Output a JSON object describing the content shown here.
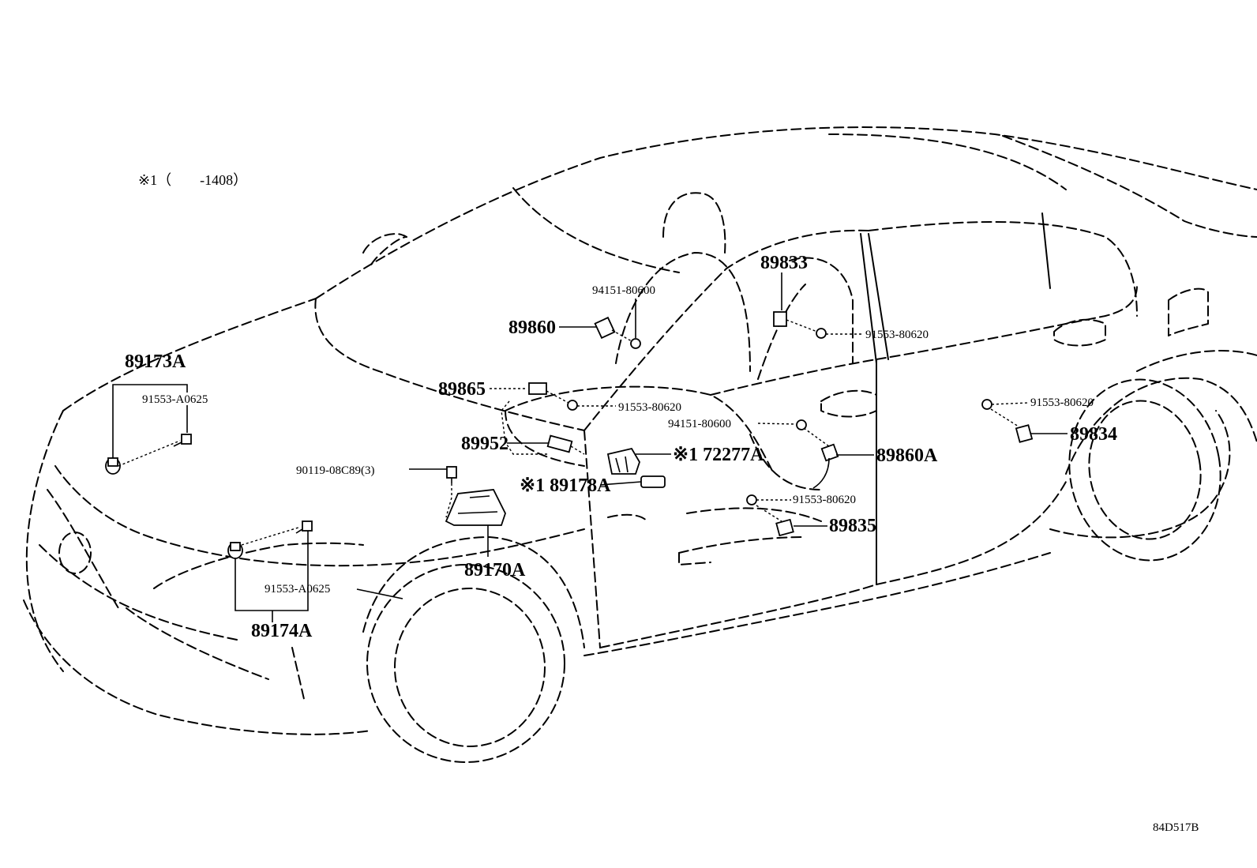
{
  "note": "※1（　　-1408）",
  "diagram_code": "84D517B",
  "labels": {
    "p89173A": "89173A",
    "p91553A0625_top": "91553-A0625",
    "p94151_80600_top": "94151-80600",
    "p89833": "89833",
    "p89860": "89860",
    "p91553_80620_a": "91553-80620",
    "p89865": "89865",
    "p91553_80620_b": "91553-80620",
    "p94151_80600_mid": "94151-80600",
    "p91553_80620_c": "91553-80620",
    "p89952": "89952",
    "p172277A": "※1 72277A",
    "p89860A": "89860A",
    "p89834": "89834",
    "p90119": "90119-08C89(3)",
    "p89178A": "※1 89178A",
    "p91553_80620_d": "91553-80620",
    "p89835": "89835",
    "p89170A": "89170A",
    "p91553A0625_bot": "91553-A0625",
    "p89174A": "89174A"
  }
}
